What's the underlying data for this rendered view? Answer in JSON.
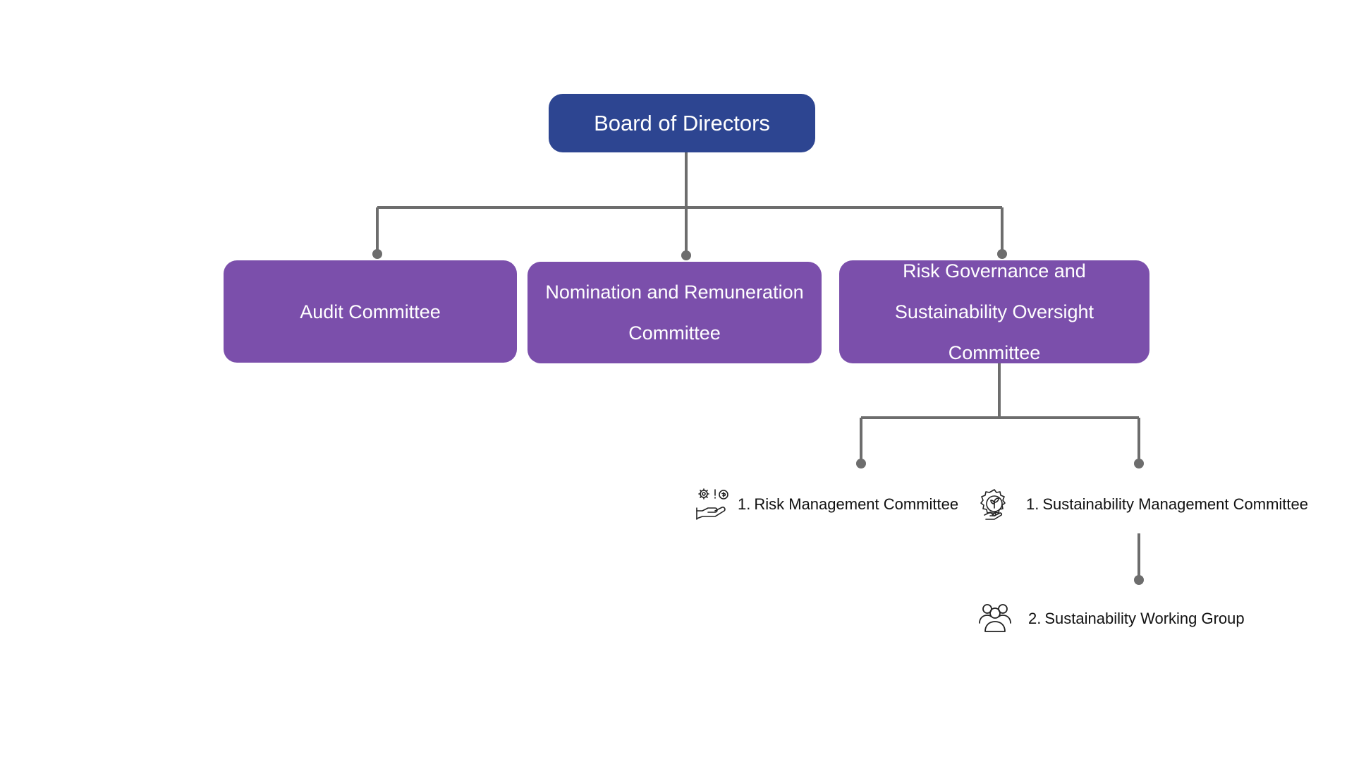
{
  "board": {
    "title": "Board of Directors"
  },
  "committees": [
    {
      "label": "Audit Committee"
    },
    {
      "label": "Nomination and Remuneration Committee"
    },
    {
      "label": "Risk Governance and Sustainability Oversight Committee"
    }
  ],
  "sub_units": [
    {
      "number": "1.",
      "label": "Risk Management Committee",
      "icon": "risk-management-icon"
    },
    {
      "number": "1.",
      "label": "Sustainability Management Committee",
      "icon": "sustainability-icon"
    },
    {
      "number": "2.",
      "label": "Sustainability Working Group",
      "icon": "people-group-icon"
    }
  ],
  "colors": {
    "board_fill": "#2d4591",
    "committee_fill": "#7b4fab",
    "connector": "#6d6d6d"
  }
}
